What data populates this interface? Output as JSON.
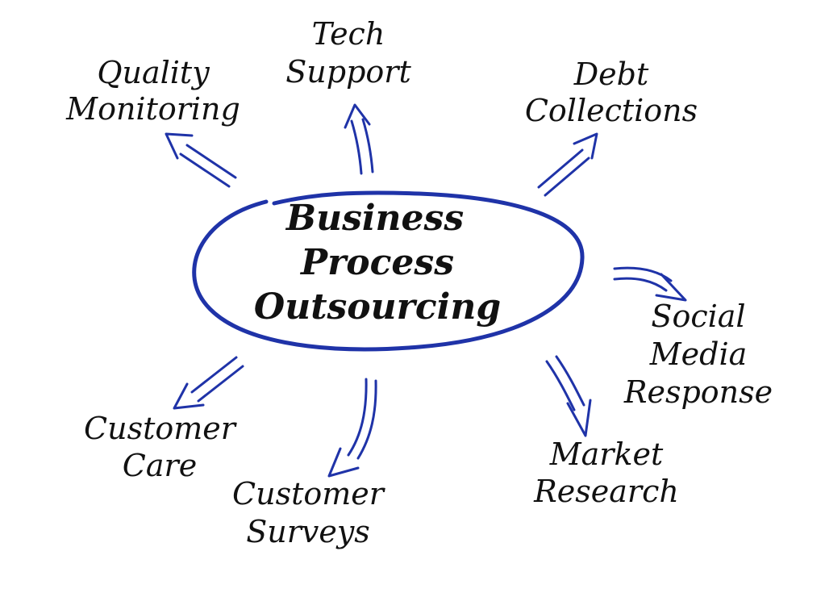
{
  "diagram": {
    "center": {
      "lines": [
        "Business",
        "Process",
        "Outsourcing"
      ]
    },
    "nodes": [
      {
        "id": "quality-monitoring",
        "lines": [
          "Quality",
          "Monitoring"
        ]
      },
      {
        "id": "tech-support",
        "lines": [
          "Tech",
          "Support"
        ]
      },
      {
        "id": "debt-collections",
        "lines": [
          "Debt",
          "Collections"
        ]
      },
      {
        "id": "social-media-response",
        "lines": [
          "Social",
          "Media",
          "Response"
        ]
      },
      {
        "id": "market-research",
        "lines": [
          "Market",
          "Research"
        ]
      },
      {
        "id": "customer-surveys",
        "lines": [
          "Customer",
          "Surveys"
        ]
      },
      {
        "id": "customer-care",
        "lines": [
          "Customer",
          "Care"
        ]
      }
    ],
    "colors": {
      "ink": "#111111",
      "accent": "#1f33a8",
      "background": "#ffffff"
    }
  }
}
